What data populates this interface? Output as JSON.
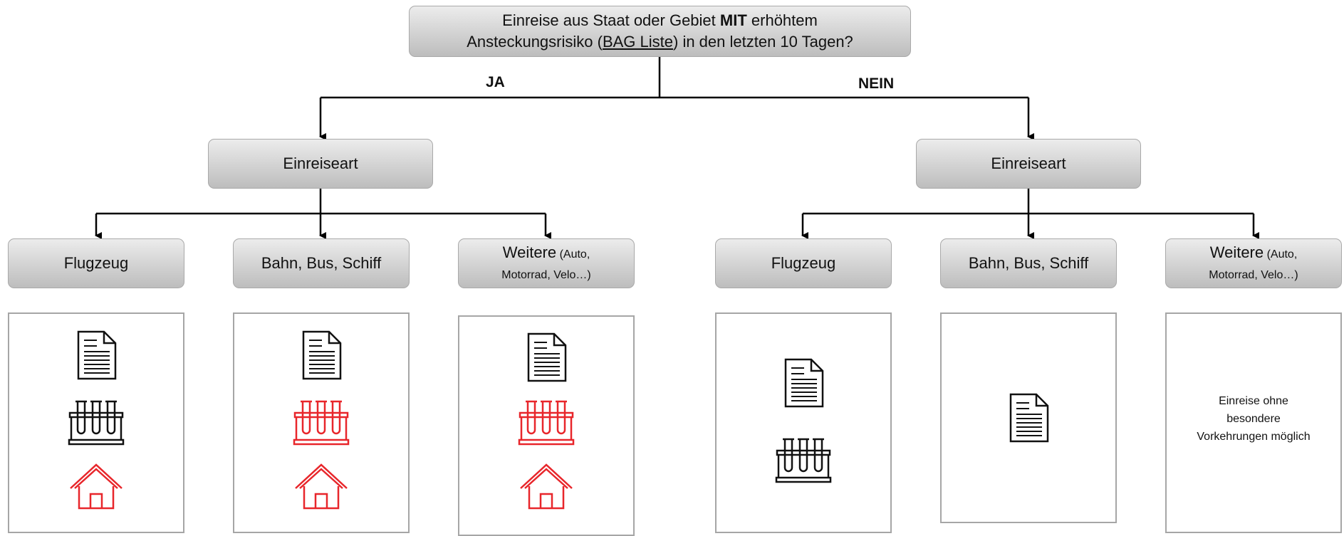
{
  "question": {
    "part1": "Einreise aus Staat oder Gebiet ",
    "bold": "MIT",
    "part2": " erhöhtem",
    "line2_pre": "Ansteckungsrisiko (",
    "link": "BAG Liste",
    "line2_post": ") in den letzten 10 Tagen?"
  },
  "branches": {
    "yes": "JA",
    "no": "NEIN"
  },
  "entry_type_label": "Einreiseart",
  "modes": {
    "plane": "Flugzeug",
    "rail": "Bahn, Bus, Schiff",
    "other_main": "Weitere",
    "other_detail_1": " (Auto,",
    "other_detail_2": "Motorrad, Velo…)"
  },
  "no_requirements_note": {
    "line1": "Einreise ohne",
    "line2": "besondere",
    "line3": "Vorkehrungen möglich"
  },
  "icons": {
    "document": "document-icon",
    "test": "test-tubes-icon",
    "quarantine": "house-icon"
  },
  "colors": {
    "requirement_black": "#111111",
    "requirement_red": "#e8262b",
    "box_border": "#a9a9a9"
  }
}
